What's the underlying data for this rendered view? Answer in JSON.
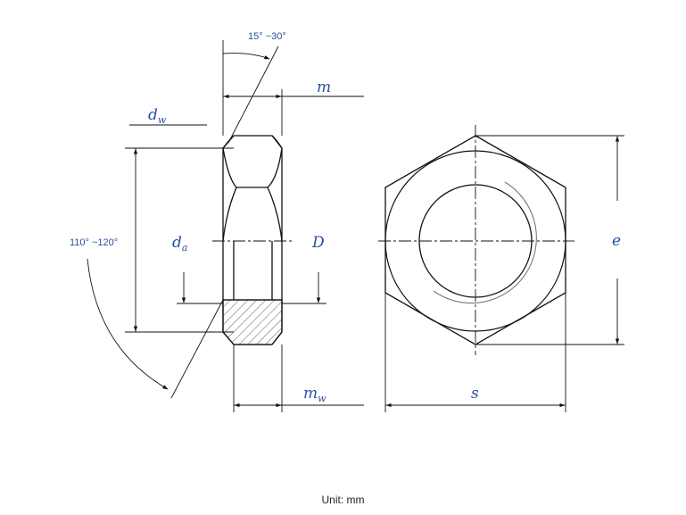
{
  "labels": {
    "m": "m",
    "dw_main": "d",
    "dw_sub": "w",
    "da_main": "d",
    "da_sub": "a",
    "D": "D",
    "mw_main": "m",
    "mw_sub": "w",
    "s": "s",
    "e": "e",
    "angle_chamfer": "15°  ~30°",
    "angle_bearing": "110°  ~120°"
  },
  "unit_label": "Unit: mm"
}
